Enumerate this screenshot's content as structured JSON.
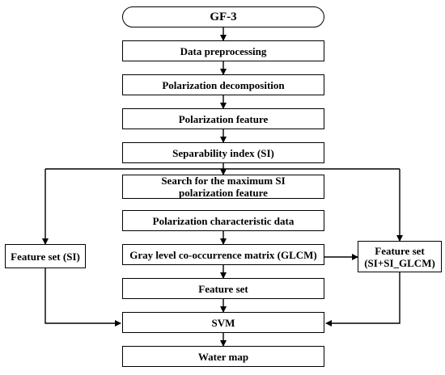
{
  "diagram": {
    "nodes": {
      "start": "GF-3",
      "preprocessing": "Data preprocessing",
      "decomposition": "Polarization decomposition",
      "feature": "Polarization feature",
      "si": "Separability index (SI)",
      "search": "Search for the maximum SI polarization feature",
      "characteristic": "Polarization characteristic data",
      "glcm": "Gray level co-occurrence matrix (GLCM)",
      "feature_set": "Feature set",
      "feature_set_si": "Feature set (SI)",
      "feature_set_si_glcm": "Feature set (SI+SI_GLCM)",
      "svm": "SVM",
      "water_map": "Water map"
    },
    "colors": {
      "stroke": "#000000",
      "background": "#ffffff"
    }
  }
}
